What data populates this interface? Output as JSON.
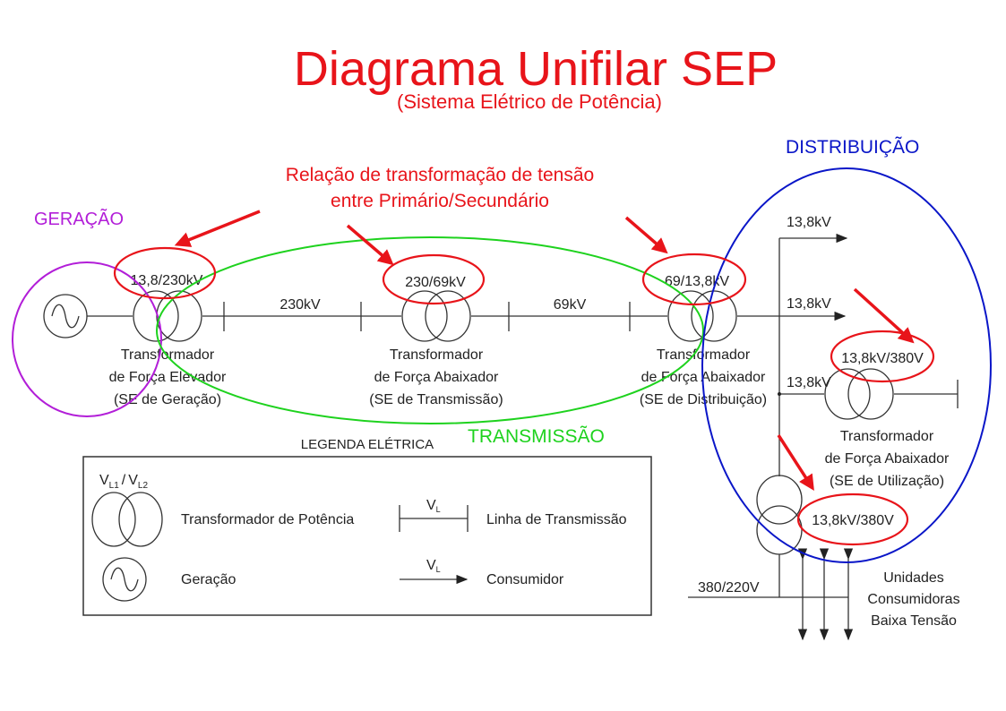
{
  "title": "Diagrama Unifilar SEP",
  "subtitle": "(Sistema Elétrico de Potência)",
  "annotation": {
    "line1": "Relação de transformação de tensão",
    "line2": "entre Primário/Secundário"
  },
  "regions": {
    "geracao": "GERAÇÃO",
    "transmissao": "TRANSMISSÃO",
    "distribuicao": "DISTRIBUIÇÃO"
  },
  "colors": {
    "title": "#e8141a",
    "geracao": "#b21ed8",
    "transmissao": "#1ed21e",
    "distribuicao": "#0a16c8"
  },
  "ratios": [
    "13,8/230kV",
    "230/69kV",
    "69/13,8kV",
    "13,8kV/380V",
    "13,8kV/380V"
  ],
  "lines": {
    "l1": "230kV",
    "l2": "69kV",
    "b1": "13,8kV",
    "b2": "13,8kV",
    "b3": "13,8kV",
    "lv": "380/220V"
  },
  "transformers": [
    {
      "l1": "Transformador",
      "l2": "de Força Elevador",
      "l3": "(SE de Geração)"
    },
    {
      "l1": "Transformador",
      "l2": "de Força Abaixador",
      "l3": "(SE de Transmissão)"
    },
    {
      "l1": "Transformador",
      "l2": "de Força Abaixador",
      "l3": "(SE de Distribuição)"
    },
    {
      "l1": "Transformador",
      "l2": "de Força Abaixador",
      "l3": "(SE de Utilização)"
    }
  ],
  "consumers": {
    "l1": "Unidades",
    "l2": "Consumidoras",
    "l3": "Baixa Tensão"
  },
  "legend": {
    "title": "LEGENDA ELÉTRICA",
    "v1": "V",
    "s1": "L1",
    "slash": "/",
    "v2": "V",
    "s2": "L2",
    "transformer": "Transformador de Potência",
    "line_v": "V",
    "line_s": "L",
    "line": "Linha de Transmissão",
    "generation": "Geração",
    "cons_v": "V",
    "cons_s": "L",
    "consumer": "Consumidor"
  }
}
